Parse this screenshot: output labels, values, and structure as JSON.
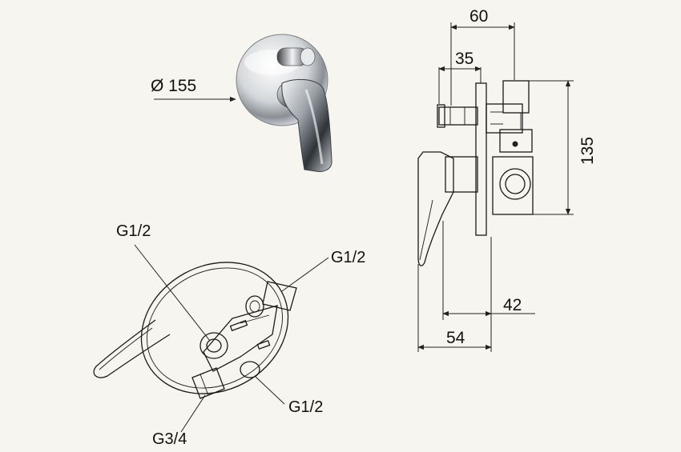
{
  "diagram": {
    "background_color": "#f7f5ef",
    "product_view": {
      "diameter_label": "Ø 155"
    },
    "side_view": {
      "dim_top_outer": "60",
      "dim_top_inner": "35",
      "dim_height": "135",
      "dim_bottom_inner": "42",
      "dim_bottom_outer": "54"
    },
    "connections_view": {
      "label_top_left": "G1/2",
      "label_top_right": "G1/2",
      "label_bottom_right": "G1/2",
      "label_bottom_left": "G3/4"
    }
  }
}
